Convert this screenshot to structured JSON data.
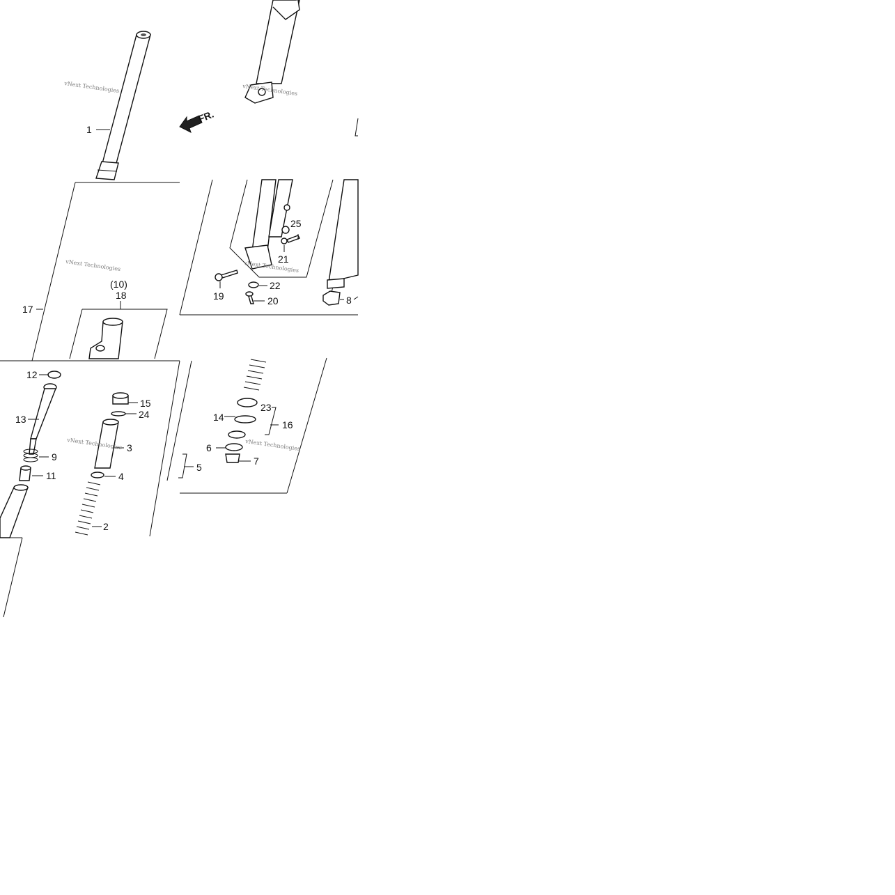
{
  "diagram": {
    "direction_label": "FR.",
    "assembly_ref_label": "(10)",
    "callouts": {
      "c1": "1",
      "c2": "2",
      "c3": "3",
      "c4": "4",
      "c5": "5",
      "c6": "6",
      "c7": "7",
      "c8": "8",
      "c9": "9",
      "c11": "11",
      "c12": "12",
      "c13": "13",
      "c14": "14",
      "c15": "15",
      "c16": "16",
      "c17": "17",
      "c18": "18",
      "c19": "19",
      "c20": "20",
      "c21": "21",
      "c22": "22",
      "c23": "23",
      "c24": "24",
      "c25": "25"
    },
    "watermark": "vNext Technologies"
  },
  "colors": {
    "line": "#111111",
    "watermark": "#7c7c7c",
    "background": "#ffffff"
  }
}
